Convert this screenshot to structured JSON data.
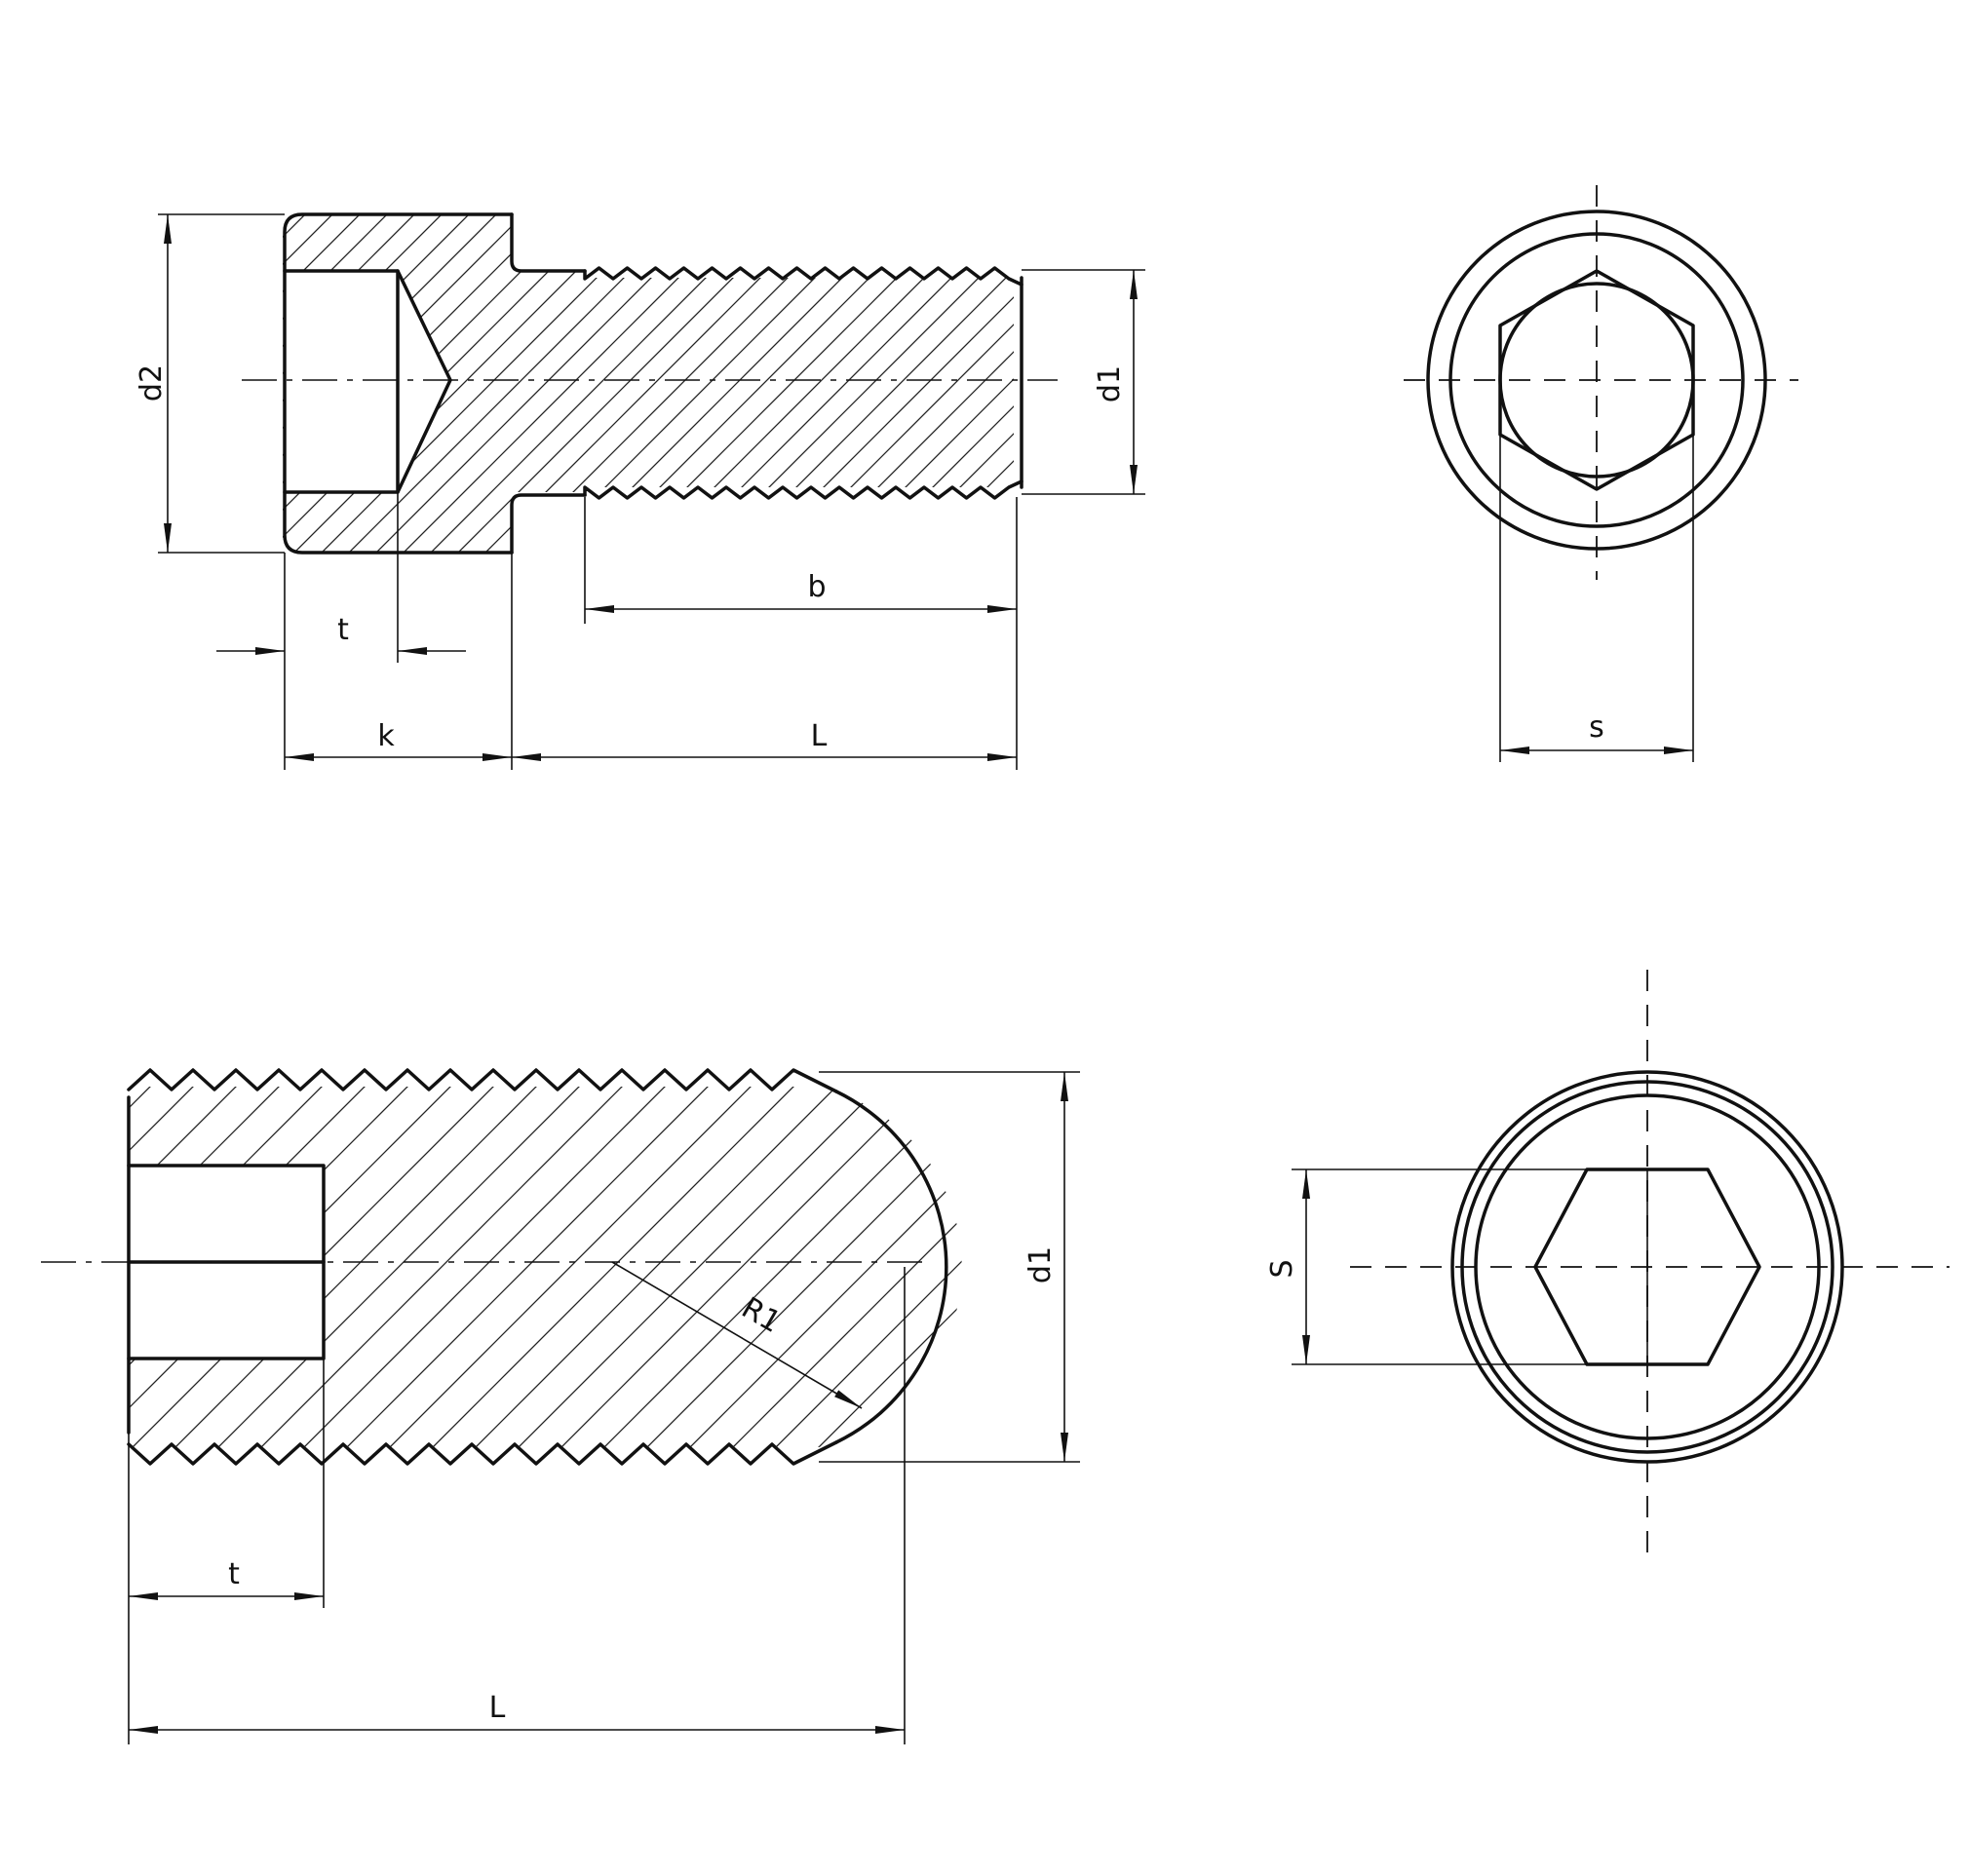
{
  "view_top_side": {
    "labels": {
      "d2": "d2",
      "d1": "d1",
      "t": "t",
      "k": "k",
      "L": "L",
      "b": "b"
    }
  },
  "view_top_end": {
    "labels": {
      "s": "s"
    }
  },
  "view_bottom_side": {
    "labels": {
      "d1": "d1",
      "R1": "R1",
      "t": "t",
      "L": "L"
    }
  },
  "view_bottom_end": {
    "labels": {
      "S": "S"
    }
  }
}
